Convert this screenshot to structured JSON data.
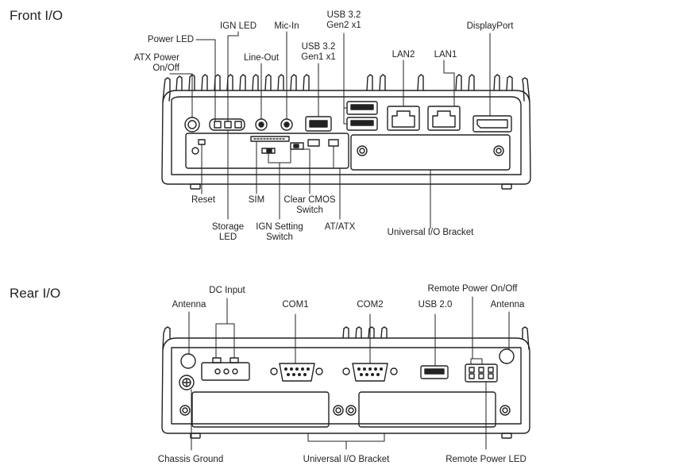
{
  "front": {
    "heading": "Front I/O",
    "labels": {
      "atx_power_1": "ATX Power",
      "atx_power_2": "On/Off",
      "power_led": "Power LED",
      "ign_led": "IGN LED",
      "line_out": "Line-Out",
      "mic_in": "Mic-In",
      "usb32_gen2_1": "USB 3.2",
      "usb32_gen2_2": "Gen2 x1",
      "usb32_gen1_1": "USB 3.2",
      "usb32_gen1_2": "Gen1 x1",
      "lan2": "LAN2",
      "lan1": "LAN1",
      "displayport": "DisplayPort",
      "reset": "Reset",
      "sim": "SIM",
      "clear_cmos_1": "Clear CMOS",
      "clear_cmos_2": "Switch",
      "storage_led_1": "Storage",
      "storage_led_2": "LED",
      "ign_setting_1": "IGN Setting",
      "ign_setting_2": "Switch",
      "at_atx": "AT/ATX",
      "universal_bracket": "Universal I/O Bracket"
    }
  },
  "rear": {
    "heading": "Rear I/O",
    "labels": {
      "antenna_left": "Antenna",
      "dc_input": "DC Input",
      "com1": "COM1",
      "com2": "COM2",
      "usb20": "USB 2.0",
      "remote_power_onoff": "Remote Power On/Off",
      "antenna_right": "Antenna",
      "chassis_ground": "Chassis Ground",
      "universal_bracket": "Universal I/O Bracket",
      "remote_power_led": "Remote Power LED"
    }
  }
}
